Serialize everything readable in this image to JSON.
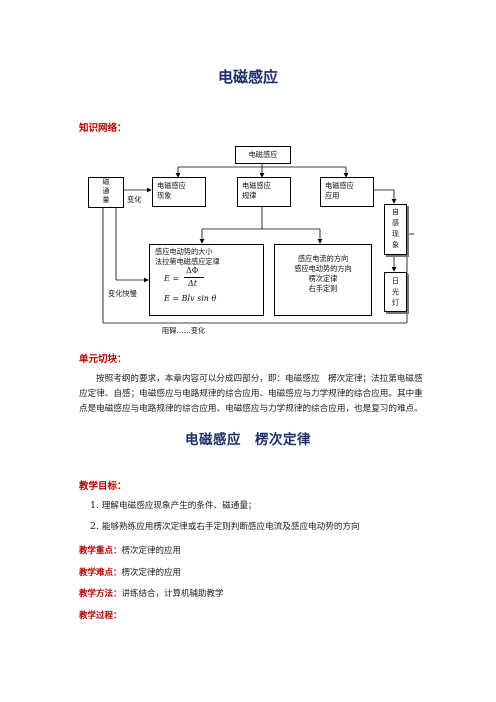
{
  "page": {
    "title": "电磁感应",
    "section1_label": "知识网络：",
    "section2_label": "单元切块：",
    "section2_text": "按照考纲的要求，本章内容可以分成四部分，即：电磁感应　楞次定律；法拉第电磁感应定律、自感；电磁感应与电路规律的综合应用、电磁感应与力学规律的综合应用。其中重点是电磁感应与电路规律的综合应用、电磁感应与力学规律的综合应用，也是复习的难点。",
    "lesson_title": "电磁感应　楞次定律",
    "goals_label": "教学目标：",
    "goals": [
      {
        "num": "1.",
        "text": "理解电磁感应现象产生的条件、磁通量；"
      },
      {
        "num": "2.",
        "text": "能够熟练应用楞次定律或右手定则判断感应电流及感应电动势的方向"
      }
    ],
    "key_label": "教学重点：",
    "key_value": "楞次定律的应用",
    "difficulty_label": "教学难点：",
    "difficulty_value": "楞次定律的应用",
    "method_label": "教学方法：",
    "method_value": "讲练结合，计算机辅助教学",
    "process_label": "教学过程："
  },
  "diagram": {
    "top": "电磁感应",
    "flux": [
      "磁",
      "通",
      "量"
    ],
    "change": "变化",
    "phenomenon": [
      "电磁感应",
      "现象"
    ],
    "law": [
      "电磁感应",
      "规律"
    ],
    "application": [
      "电磁感应",
      "应用"
    ],
    "self_induction": [
      "自",
      "感",
      "现",
      "象"
    ],
    "fluorescent": [
      "日",
      "光",
      "灯"
    ],
    "magnitude_box": [
      "感应电动势的大小",
      "法拉第电磁感应定律"
    ],
    "formula1_lhs": "E =",
    "formula1_num": "ΔΦ",
    "formula1_den": "Δt",
    "formula2": "E = Blv sin θ",
    "direction_box": [
      "感应电流的方向",
      "感应电动势的方向",
      "楞次定律",
      "右手定则"
    ],
    "change_speed": "变化快慢",
    "hinder": "阻碍……变化"
  }
}
